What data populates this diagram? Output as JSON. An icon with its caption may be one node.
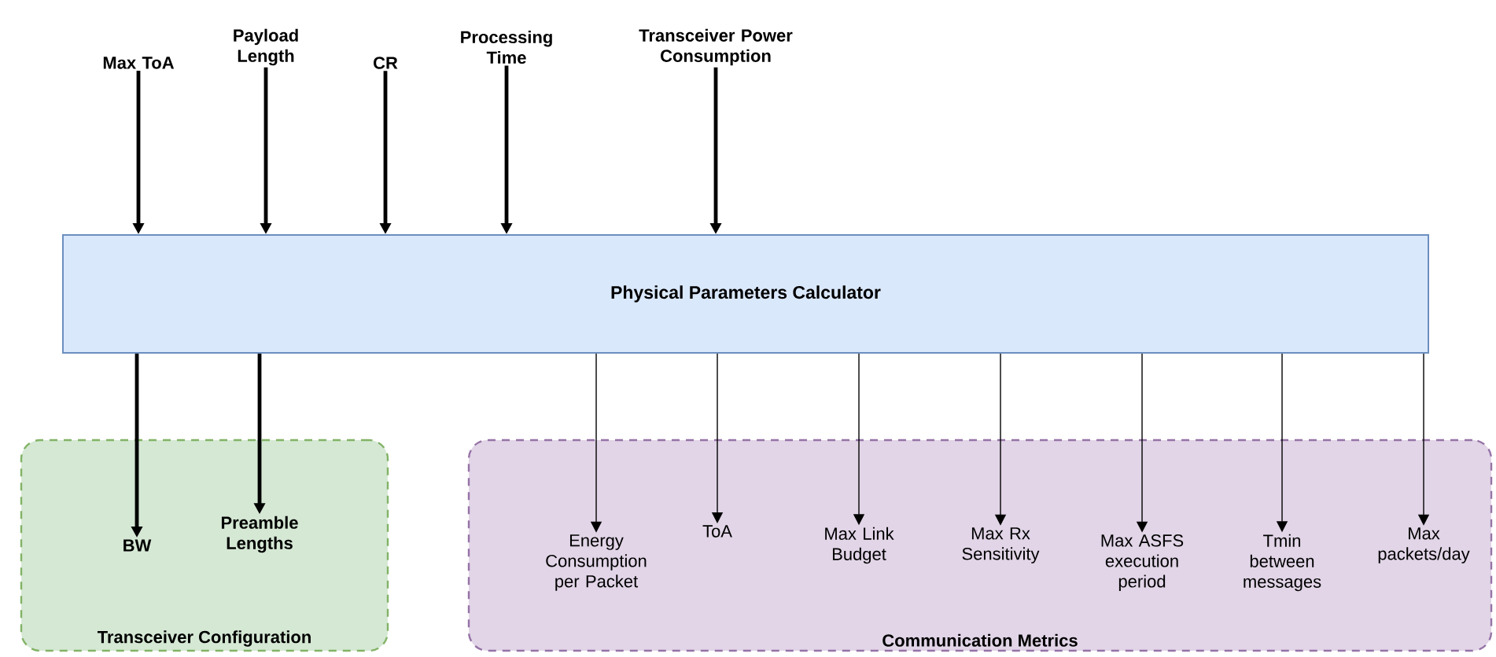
{
  "diagram": {
    "nodes": [
      {
        "text": [
          "Max ToA"
        ]
      },
      {
        "text": [
          "Payload Length"
        ]
      },
      {
        "text": [
          "CR"
        ]
      },
      {
        "text": [
          "Processing Time"
        ]
      },
      {
        "text": [
          "Transceiver Power Consumption"
        ]
      },
      {
        "text": [
          "Physical Parameters Calculator"
        ]
      },
      {
        "text": [
          "Transceiver Configuration"
        ]
      },
      {
        "text": [
          "BW"
        ],
        "in": 6
      },
      {
        "text": [
          "Preamble Lengths"
        ],
        "in": 6
      },
      {
        "text": [
          "Communication Metrics"
        ]
      },
      {
        "text": [
          "Energy Consumption per Packet"
        ],
        "in": 9
      },
      {
        "text": [
          "ToA"
        ],
        "in": 9
      },
      {
        "text": [
          "Max Link Budget"
        ],
        "in": 9
      },
      {
        "text": [
          "Max Rx Sensitivity"
        ],
        "in": 9
      },
      {
        "text": [
          "Max ASFS execution period"
        ],
        "in": 9
      },
      {
        "text": [
          "Tmin between messages"
        ],
        "in": 9
      },
      {
        "text": [
          "Max packets/day"
        ],
        "in": 9
      }
    ],
    "edges": [
      {
        "from": 0,
        "to": 5,
        "arrow": "to",
        "style": "thick"
      },
      {
        "from": 1,
        "to": 5,
        "arrow": "to",
        "style": "thick"
      },
      {
        "from": 2,
        "to": 5,
        "arrow": "to",
        "style": "thick"
      },
      {
        "from": 3,
        "to": 5,
        "arrow": "to",
        "style": "thick"
      },
      {
        "from": 4,
        "to": 5,
        "arrow": "to",
        "style": "thick"
      },
      {
        "from": 5,
        "to": 7,
        "arrow": "to",
        "style": "thick"
      },
      {
        "from": 5,
        "to": 8,
        "arrow": "to",
        "style": "thick"
      },
      {
        "from": 5,
        "to": 10,
        "arrow": "to"
      },
      {
        "from": 5,
        "to": 11,
        "arrow": "to"
      },
      {
        "from": 5,
        "to": 12,
        "arrow": "to"
      },
      {
        "from": 5,
        "to": 13,
        "arrow": "to"
      },
      {
        "from": 5,
        "to": 14,
        "arrow": "to"
      },
      {
        "from": 5,
        "to": 15,
        "arrow": "to"
      },
      {
        "from": 5,
        "to": 16,
        "arrow": "to"
      }
    ]
  }
}
